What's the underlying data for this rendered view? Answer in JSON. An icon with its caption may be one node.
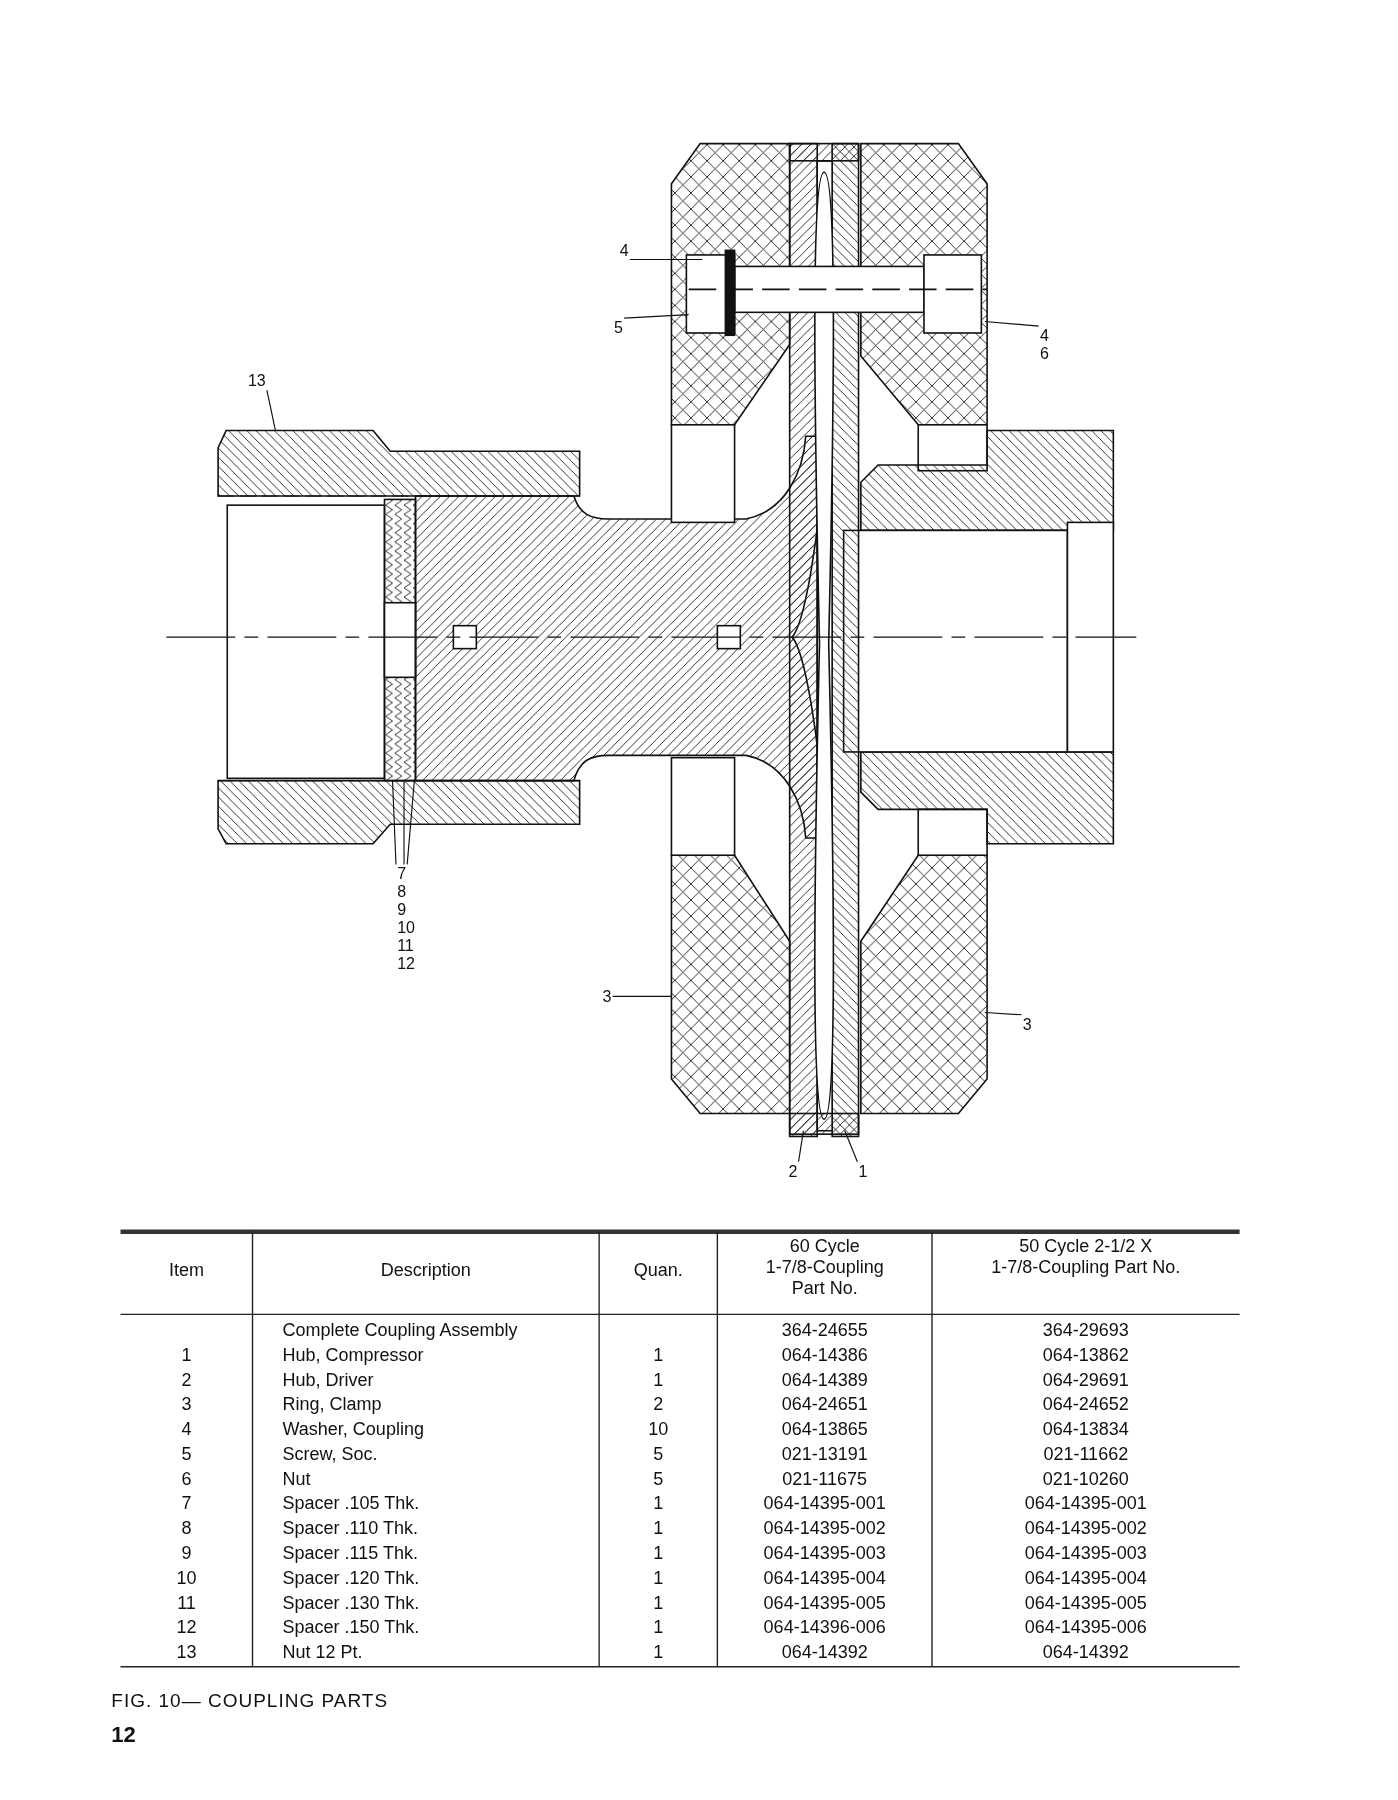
{
  "diagram": {
    "caption": "FIG. 10— COUPLING PARTS",
    "nodes": [
      {
        "text": [
          "4"
        ]
      },
      {
        "text": [
          "5"
        ]
      },
      {
        "text": [
          "4"
        ],
        "beside": [
          "6"
        ]
      },
      {
        "text": [
          "13"
        ]
      },
      {
        "text": [
          "7"
        ],
        "beside": [
          "8",
          "9",
          "10",
          "11",
          "12"
        ]
      },
      {
        "text": [
          "3"
        ]
      },
      {
        "text": [
          "3"
        ]
      },
      {
        "text": [
          "2"
        ]
      },
      {
        "text": [
          "1"
        ]
      }
    ],
    "edges": [
      {
        "from": 0,
        "to": null,
        "arrow": "none"
      },
      {
        "from": 1,
        "to": null,
        "arrow": "none"
      },
      {
        "from": 2,
        "to": null,
        "arrow": "none"
      },
      {
        "from": 3,
        "to": null,
        "arrow": "none"
      },
      {
        "from": 4,
        "to": null,
        "arrow": "none"
      },
      {
        "from": 4,
        "to": null,
        "arrow": "none"
      },
      {
        "from": 4,
        "to": null,
        "arrow": "none"
      },
      {
        "from": 5,
        "to": null,
        "arrow": "none"
      },
      {
        "from": 6,
        "to": null,
        "arrow": "none"
      },
      {
        "from": 7,
        "to": null,
        "arrow": "none"
      },
      {
        "from": 8,
        "to": null,
        "arrow": "none"
      }
    ],
    "labels": [
      "Item",
      "Description",
      "Quan.",
      "60 Cycle 1-7/8-Coupling Part No.",
      "50 Cycle 2-1/2 X 1-7/8-Coupling Part No.",
      "Complete Coupling Assembly",
      "364-24655",
      "364-29693",
      "1",
      "Hub, Compressor",
      "1",
      "064-14386",
      "064-13862",
      "2",
      "Hub, Driver",
      "1",
      "064-14389",
      "064-29691",
      "3",
      "Ring, Clamp",
      "2",
      "064-24651",
      "064-24652",
      "4",
      "Washer, Coupling",
      "10",
      "064-13865",
      "064-13834",
      "5",
      "Screw, Soc.",
      "5",
      "021-13191",
      "021-11662",
      "6",
      "Nut",
      "5",
      "021-11675",
      "021-10260",
      "7",
      "Spacer .105 Thk.",
      "1",
      "064-14395-001",
      "064-14395-001",
      "8",
      "Spacer .110 Thk.",
      "1",
      "064-14395-002",
      "064-14395-002",
      "9",
      "Spacer .115 Thk.",
      "1",
      "064-14395-003",
      "064-14395-003",
      "10",
      "Spacer .120 Thk.",
      "1",
      "064-14395-004",
      "064-14395-004",
      "11",
      "Spacer .130 Thk.",
      "1",
      "064-14395-005",
      "064-14395-005",
      "12",
      "Spacer .150 Thk.",
      "1",
      "064-14396-006",
      "064-14395-006",
      "13",
      "Nut 12 Pt.",
      "1",
      "064-14392",
      "064-14392",
      "12"
    ]
  }
}
